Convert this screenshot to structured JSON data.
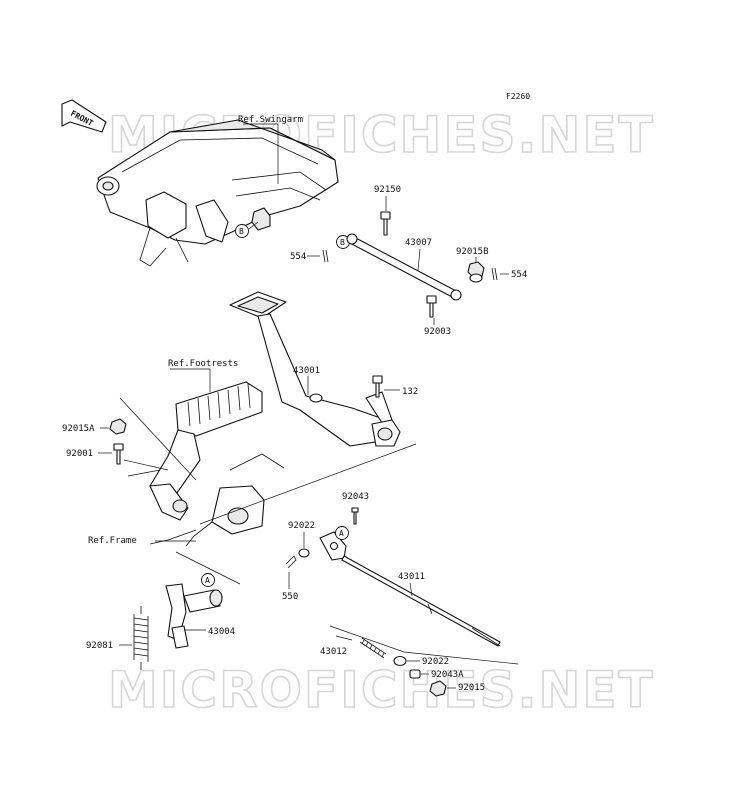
{
  "diagram": {
    "figure_code": "F2260",
    "front_label": "FRONT",
    "watermark": "MICROFICHES.NET",
    "reference_labels": {
      "swingarm": "Ref.Swingarm",
      "footrests": "Ref.Footrests",
      "frame": "Ref.Frame"
    },
    "circle_markers": [
      "B",
      "A"
    ],
    "parts": [
      {
        "id": "p92150",
        "number": "92150"
      },
      {
        "id": "p43007",
        "number": "43007"
      },
      {
        "id": "p92015B",
        "number": "92015B"
      },
      {
        "id": "p554a",
        "number": "554"
      },
      {
        "id": "p554b",
        "number": "554"
      },
      {
        "id": "p92003",
        "number": "92003"
      },
      {
        "id": "p43001",
        "number": "43001"
      },
      {
        "id": "p132",
        "number": "132"
      },
      {
        "id": "p92015A",
        "number": "92015A"
      },
      {
        "id": "p92001",
        "number": "92001"
      },
      {
        "id": "p92043",
        "number": "92043"
      },
      {
        "id": "p92022a",
        "number": "92022"
      },
      {
        "id": "p550",
        "number": "550"
      },
      {
        "id": "p43011",
        "number": "43011"
      },
      {
        "id": "p92081",
        "number": "92081"
      },
      {
        "id": "p43004",
        "number": "43004"
      },
      {
        "id": "p43012",
        "number": "43012"
      },
      {
        "id": "p92022b",
        "number": "92022"
      },
      {
        "id": "p92043A",
        "number": "92043A"
      },
      {
        "id": "p92015",
        "number": "92015"
      }
    ]
  }
}
